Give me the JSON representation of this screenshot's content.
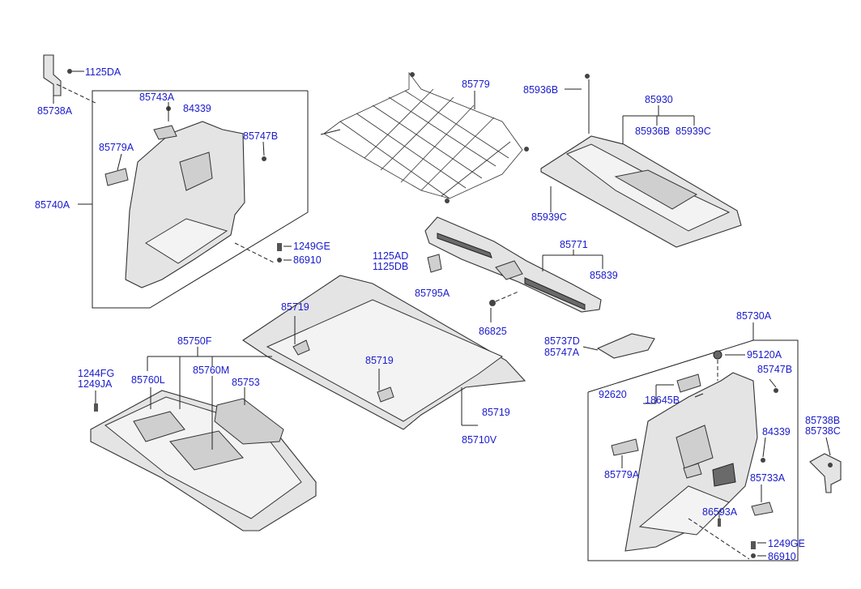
{
  "labels": {
    "l_1125DA": "1125DA",
    "l_85738A": "85738A",
    "l_85743A": "85743A",
    "l_84339_left": "84339",
    "l_85747B_left": "85747B",
    "l_85779A_left": "85779A",
    "l_85740A": "85740A",
    "l_1249GE_left": "1249GE",
    "l_86910_left": "86910",
    "l_85779": "85779",
    "l_85936B_top": "85936B",
    "l_85930": "85930",
    "l_85936B": "85936B",
    "l_85939C": "85939C",
    "l_85939C_bottom": "85939C",
    "l_85771": "85771",
    "l_1125AD": "1125AD",
    "l_1125DB": "1125DB",
    "l_85839": "85839",
    "l_85795A": "85795A",
    "l_85719_a": "85719",
    "l_85719_b": "85719",
    "l_85719_c": "85719",
    "l_85710V": "85710V",
    "l_86825": "86825",
    "l_85737D": "85737D",
    "l_85747A": "85747A",
    "l_85750F": "85750F",
    "l_1244FG": "1244FG",
    "l_1249JA": "1249JA",
    "l_85760L": "85760L",
    "l_85760M": "85760M",
    "l_85753": "85753",
    "l_85730A": "85730A",
    "l_95120A": "95120A",
    "l_85747B_right": "85747B",
    "l_92620": "92620",
    "l_18645B": "18645B",
    "l_85738B": "85738B",
    "l_85738C": "85738C",
    "l_84339_right": "84339",
    "l_85779A_right": "85779A",
    "l_85733A": "85733A",
    "l_86593A": "86593A",
    "l_1249GE_right": "1249GE",
    "l_86910_right": "86910"
  },
  "colors": {
    "label": "#1a1acc",
    "line": "#222222",
    "part_fill": "#e4e4e4"
  }
}
